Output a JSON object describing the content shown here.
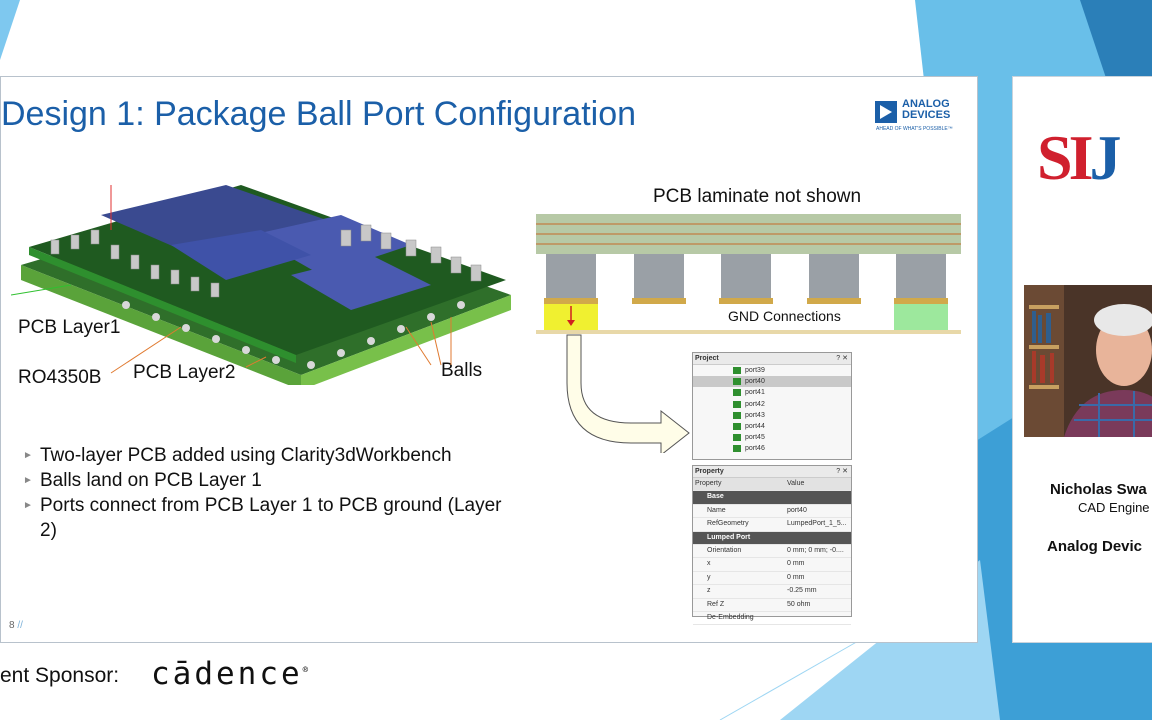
{
  "slide": {
    "title": "Design 1: Package Ball Port Configuration",
    "logo": {
      "line1": "ANALOG",
      "line2": "DEVICES",
      "tagline": "AHEAD OF WHAT'S POSSIBLE™"
    },
    "labels": {
      "pcb_layer1": "PCB Layer1",
      "ro4350b": "RO4350B",
      "pcb_layer2": "PCB Layer2",
      "balls": "Balls",
      "laminate": "PCB laminate not shown",
      "gnd": "GND Connections"
    },
    "bullets": [
      "Two-layer PCB added using Clarity3dWorkbench",
      "Balls land on PCB Layer 1",
      "Ports connect from PCB Layer 1 to PCB ground (Layer 2)"
    ],
    "slide_number": "8",
    "project_panel": {
      "title": "Project",
      "controls": "? ✕",
      "items": [
        "port39",
        "port40",
        "port41",
        "port42",
        "port43",
        "port44",
        "port45",
        "port46"
      ],
      "selected": "port40"
    },
    "property_panel": {
      "title": "Property",
      "controls": "? ✕",
      "col_property": "Property",
      "col_value": "Value",
      "section_base": "Base",
      "rows_base": [
        {
          "key": "Name",
          "value": "port40"
        },
        {
          "key": "RefGeometry",
          "value": "LumpedPort_1_5..."
        }
      ],
      "section_lumped": "Lumped Port",
      "rows_lumped": [
        {
          "key": "Orientation",
          "value": "0 mm; 0 mm; -0...."
        },
        {
          "key": "x",
          "value": "0 mm"
        },
        {
          "key": "y",
          "value": "0 mm"
        },
        {
          "key": "z",
          "value": "-0.25 mm"
        },
        {
          "key": "Ref Z",
          "value": "50 ohm"
        },
        {
          "key": "De-Embedding",
          "value": ""
        }
      ]
    }
  },
  "footer": {
    "sponsor": "ent Sponsor:",
    "sponsor_brand": "cādence"
  },
  "side": {
    "logo": "SIJ",
    "speaker_name": "Nicholas Swa",
    "speaker_title": "CAD Engine",
    "company": "Analog Devic"
  },
  "colors": {
    "accent_blue": "#1b5fa8",
    "brand_red": "#d0202e",
    "sky_blue": "#5fb8e8"
  }
}
